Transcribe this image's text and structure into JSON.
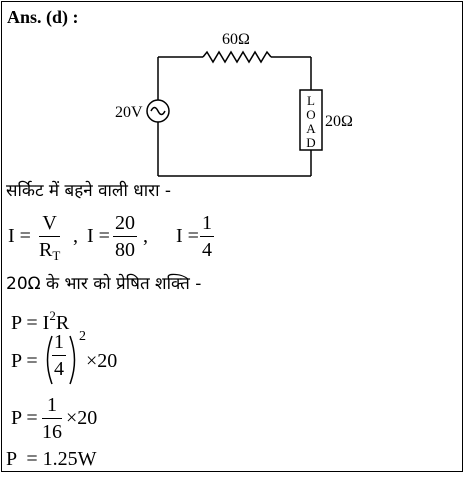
{
  "heading": "Ans. (d) :",
  "circuit": {
    "resistor_label": "60Ω",
    "source_label": "20V",
    "load_letters": [
      "L",
      "O",
      "A",
      "D"
    ],
    "load_value": "20Ω"
  },
  "line1": "सर्किट में बहने वाली धारा -",
  "eq1": {
    "a_lhs": "I =",
    "a_num": "V",
    "a_den_main": "R",
    "a_den_sub": "T",
    "comma1": ",",
    "b_lhs": "I =",
    "b_num": "20",
    "b_den": "80",
    "comma2": ",",
    "c_lhs": "I =",
    "c_num": "1",
    "c_den": "4"
  },
  "line2": "20Ω के भार को प्रेषित शक्ति -",
  "eq2": {
    "lhs": "P = I",
    "exp": "2",
    "rhs": "R"
  },
  "eq3": {
    "lhs": "P =",
    "num": "1",
    "den": "4",
    "exp": "2",
    "rhs": "×20"
  },
  "eq4": {
    "lhs": "P =",
    "num": "1",
    "den": "16",
    "rhs": "×20"
  },
  "eq5": "P  = 1.25W"
}
